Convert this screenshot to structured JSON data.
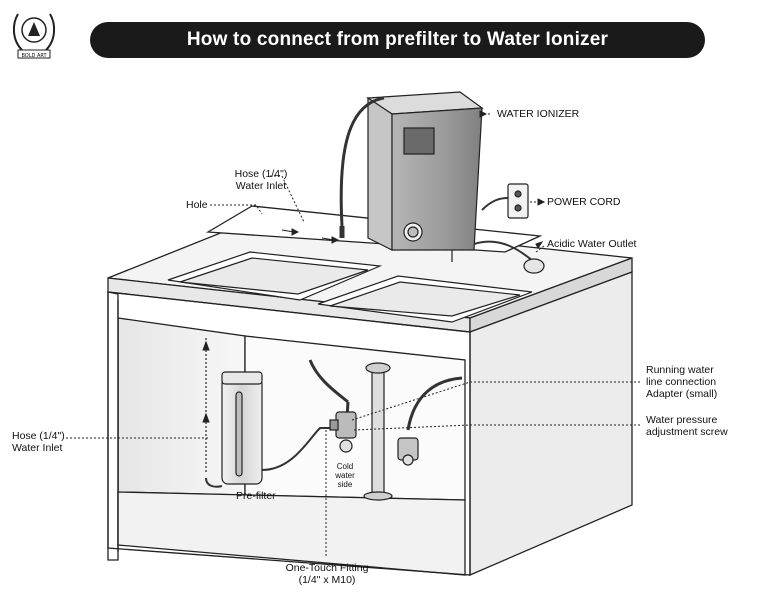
{
  "title": "How to connect from prefilter to Water Ionizer",
  "logo_text": "BOLD ART",
  "labels": {
    "water_ionizer": "WATER IONIZER",
    "power_cord": "POWER CORD",
    "acidic_water_outlet": "Acidic Water Outlet",
    "hose_top_line1": "Hose (1/4\")",
    "hose_top_line2": "Water Inlet",
    "hole": "Hole",
    "running_water_line1": "Running water",
    "running_water_line2": "line connection",
    "running_water_line3": "Adapter (small)",
    "pressure_line1": "Water pressure",
    "pressure_line2": "adjustment screw",
    "hose_left_line1": "Hose (1/4\")",
    "hose_left_line2": "Water Inlet",
    "prefilter": "Pre-filter",
    "cold_line1": "Cold",
    "cold_line2": "water",
    "cold_line3": "side",
    "fitting_line1": "One-Touch Fitting",
    "fitting_line2": "(1/4\" x M10)"
  },
  "colors": {
    "title_bg": "#1a1a1a",
    "line": "#222222",
    "ionizer": "#9a9a9a",
    "shade": "#d0d0d0"
  }
}
